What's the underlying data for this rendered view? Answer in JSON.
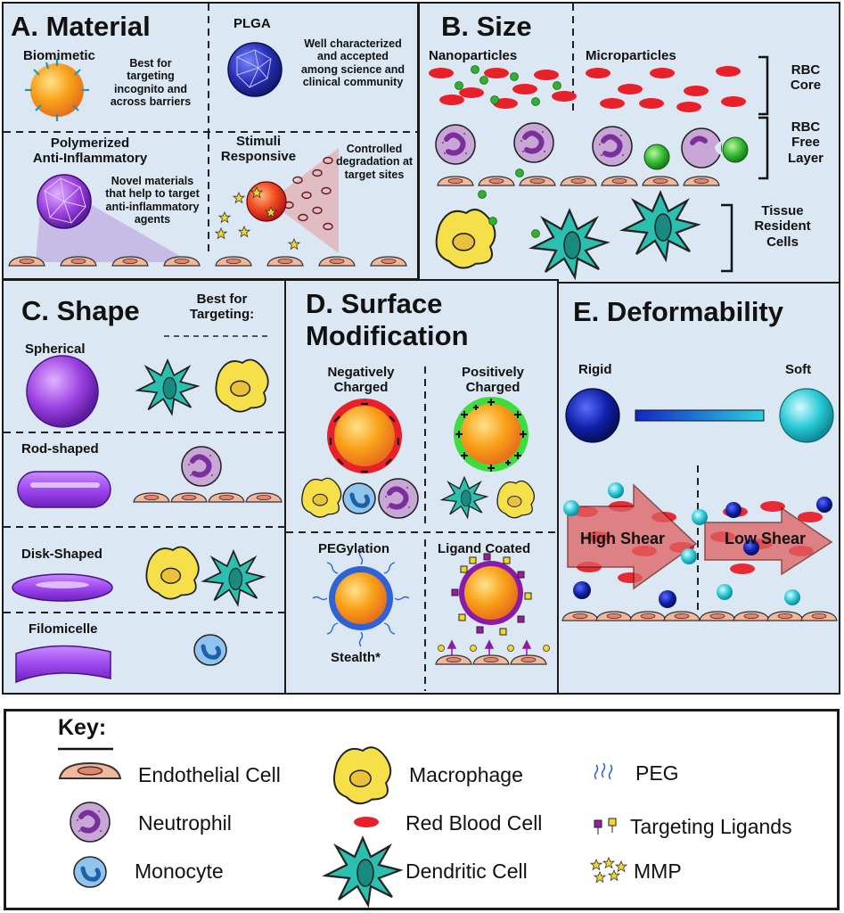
{
  "panel_a": {
    "title": "A. Material",
    "biomimetic": "Biomimetic",
    "biomimetic_desc": [
      "Best for",
      "targeting",
      "incognito and",
      "across barriers"
    ],
    "plga": "PLGA",
    "plga_desc": [
      "Well characterized",
      "and accepted",
      "among science and",
      "clinical community"
    ],
    "poly_title": [
      "Polymerized",
      "Anti-Inflammatory"
    ],
    "poly_desc": [
      "Novel materials",
      "that help to target",
      "anti-inflammatory",
      "agents"
    ],
    "stimuli_title": [
      "Stimuli",
      "Responsive"
    ],
    "stimuli_desc": [
      "Controlled",
      "degradation at",
      "target sites"
    ]
  },
  "panel_b": {
    "title": "B. Size",
    "nano": "Nanoparticles",
    "micro": "Microparticles",
    "rbc_core": [
      "RBC",
      "Core"
    ],
    "rbc_free": [
      "RBC",
      "Free",
      "Layer"
    ],
    "tissue": [
      "Tissue",
      "Resident",
      "Cells"
    ]
  },
  "panel_c": {
    "title": "C. Shape",
    "best": [
      "Best for",
      "Targeting:"
    ],
    "spherical": "Spherical",
    "rod": "Rod-shaped",
    "disk": "Disk-Shaped",
    "filo": "Filomicelle"
  },
  "panel_d": {
    "title": [
      "D. Surface",
      "Modification"
    ],
    "neg": [
      "Negatively",
      "Charged"
    ],
    "pos": [
      "Positively",
      "Charged"
    ],
    "peg": "PEGylation",
    "ligand": "Ligand Coated",
    "stealth": "Stealth*"
  },
  "panel_e": {
    "title": "E. Deformability",
    "rigid": "Rigid",
    "soft": "Soft",
    "high": "High Shear",
    "low": "Low Shear"
  },
  "key": {
    "title": "Key:",
    "items": [
      "Endothelial Cell",
      "Neutrophil",
      "Monocyte",
      "Macrophage",
      "Red Blood Cell",
      "Dendritic Cell",
      "PEG",
      "Targeting Ligands",
      "MMP"
    ]
  },
  "colors": {
    "panel_bg": "#dbe7f3",
    "endothelial": "#f3b79b",
    "rbc": "#e8202a",
    "macrophage": "#f5e04a",
    "dendritic": "#2bbfb0",
    "neutrophil": "#c8a6d6",
    "monocyte": "#8fc4ee",
    "nanoparticle": "#2fb02f",
    "rigid": "#0c1a8c",
    "soft": "#1fc8d2"
  }
}
